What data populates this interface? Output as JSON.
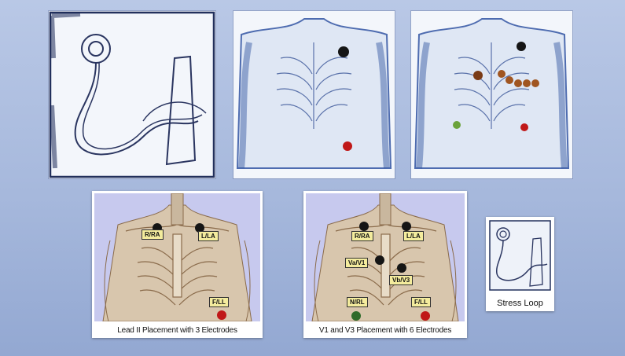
{
  "sketches": [
    {
      "name": "stress-loop-sketch"
    },
    {
      "name": "torso-3-electrodes-sketch"
    },
    {
      "name": "torso-6-electrodes-sketch"
    }
  ],
  "diagram_3": {
    "caption": "Lead II Placement with 3 Electrodes",
    "labels": {
      "ra": "R/RA",
      "la": "L/LA",
      "ll": "F/LL"
    }
  },
  "diagram_6": {
    "caption": "V1 and V3 Placement with 6 Electrodes",
    "labels": {
      "ra": "R/RA",
      "la": "L/LA",
      "va": "Va/V1",
      "vb": "Vb/V3",
      "rl": "N/RL",
      "ll": "F/LL"
    }
  },
  "stress_loop": {
    "caption": "Stress Loop"
  },
  "colors": {
    "background": "#a6b8dc",
    "electrode_black": "#151515",
    "electrode_red": "#c01818",
    "electrode_green": "#2f6b2a",
    "electrode_brown": "#7a3b16",
    "label_fill": "#f4ec9d",
    "panel_bg": "#c7c9ee",
    "skin": "#d8c6ad"
  }
}
